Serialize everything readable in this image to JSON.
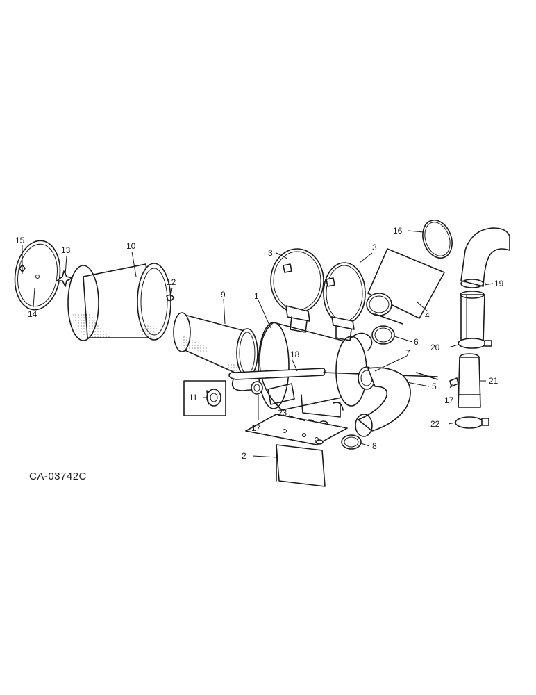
{
  "diagram": {
    "drawing_code": "CA-03742C",
    "callouts": {
      "c1": "1",
      "c2": "2",
      "c3a": "3",
      "c3b": "3",
      "c4": "4",
      "c5": "5",
      "c6": "6",
      "c7": "7",
      "c8": "8",
      "c9": "9",
      "c10": "10",
      "c11": "11",
      "c12": "12",
      "c13": "13",
      "c14": "14",
      "c15": "15",
      "c16": "16",
      "c17a": "17",
      "c17b": "17",
      "c18": "18",
      "c19": "19",
      "c20": "20",
      "c21": "21",
      "c22": "22",
      "c23": "23"
    }
  }
}
